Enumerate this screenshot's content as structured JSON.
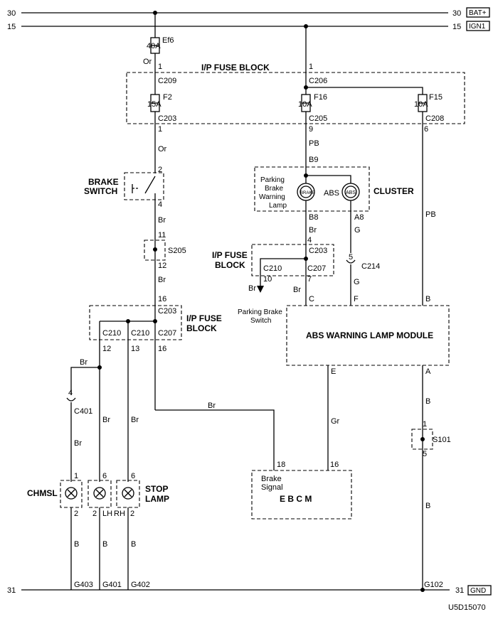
{
  "rails": {
    "bat_left": "30",
    "bat_right": "30",
    "bat_tag": "BAT+",
    "ign_left": "15",
    "ign_right": "15",
    "ign_tag": "IGN1",
    "gnd_left": "31",
    "gnd_right": "31",
    "gnd_tag": "GND"
  },
  "blocks": {
    "ip_fuse_top": "I/P FUSE BLOCK",
    "ip_fuse_mid": [
      "I/P FUSE",
      "BLOCK"
    ],
    "ip_fuse_low": [
      "I/P FUSE",
      "BLOCK"
    ],
    "cluster": "CLUSTER",
    "brake_switch": [
      "BRAKE",
      "SWITCH"
    ],
    "abs_module": "ABS WARNING LAMP MODULE",
    "ebcm": "E B C M",
    "brake_signal": [
      "Brake",
      "Signal"
    ],
    "chmsl": "CHMSL",
    "stop_lamp": [
      "STOP",
      "LAMP"
    ],
    "pb_lamp": [
      "Parking",
      "Brake",
      "Warning",
      "Lamp"
    ],
    "abs_lamp": "ABS",
    "pb_switch": [
      "Parking Brake",
      "Switch"
    ],
    "lamp_icon_text": "BRAKE",
    "abs_icon_text": "ABS"
  },
  "fuses": {
    "ef6": {
      "name": "Ef6",
      "rating": "40A"
    },
    "f2": {
      "name": "F2",
      "rating": "15A"
    },
    "f16": {
      "name": "F16",
      "rating": "10A"
    },
    "f15": {
      "name": "F15",
      "rating": "10A"
    }
  },
  "connectors": {
    "c209": "C209",
    "c206": "C206",
    "c203a": "C203",
    "c205": "C205",
    "c208": "C208",
    "s205": "S205",
    "c203b": "C203",
    "c210b": "C210",
    "c207b": "C207",
    "c214": "C214",
    "c203c": "C203",
    "c210c1": "C210",
    "c210c2": "C210",
    "c207c": "C207",
    "c401": "C401",
    "s101": "S101"
  },
  "pins": {
    "p1a": "1",
    "p1b": "1",
    "p1c": "1",
    "p9": "9",
    "p6a": "6",
    "p2a": "2",
    "p4a": "4",
    "p11": "11",
    "p12a": "12",
    "p16a": "16",
    "b9": "B9",
    "b8": "B8",
    "a8": "A8",
    "p4b": "4",
    "p7": "7",
    "p10": "10",
    "p5": "5",
    "pc": "C",
    "pf": "F",
    "pb": "B",
    "pe": "E",
    "pa": "A",
    "p12b": "12",
    "p13": "13",
    "p16b": "16",
    "p4c": "4",
    "p1d": "1",
    "p6b": "6",
    "p6c": "6",
    "p2b": "2",
    "p2c": "2",
    "p2d": "2",
    "p18": "18",
    "p16c": "16",
    "p1e": "1",
    "p5b": "5"
  },
  "wires": {
    "or1": "Or",
    "or2": "Or",
    "pb1": "PB",
    "pb2": "PB",
    "br1": "Br",
    "br2": "Br",
    "br3": "Br",
    "br4": "Br",
    "br5": "Br",
    "br6": "Br",
    "br7": "Br",
    "br8": "Br",
    "br9": "Br",
    "br10": "Br",
    "g1": "G",
    "g2": "G",
    "gr": "Gr",
    "b1": "B",
    "b2": "B",
    "b3": "B",
    "b4": "B",
    "b5": "B"
  },
  "lamps": {
    "lh": "LH",
    "rh": "RH"
  },
  "grounds": {
    "g403": "G403",
    "g401": "G401",
    "g402": "G402",
    "g102": "G102"
  },
  "diagram_id": "U5D15070"
}
